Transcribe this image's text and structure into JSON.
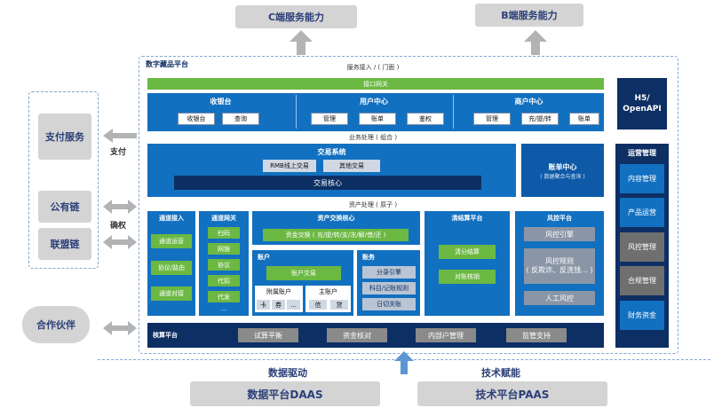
{
  "top": {
    "c_service": "C端服务能力",
    "b_service": "B端服务能力"
  },
  "platform": {
    "title": "数字藏品平台",
    "service_access": "服务接入 / ( 门面 )",
    "gateway": "接口网关",
    "business_processing": "业务处理 ( 组合 )",
    "asset_processing": "资产处理 ( 原子 )"
  },
  "cashier": {
    "title": "收银台",
    "items": [
      "收银台",
      "查询"
    ]
  },
  "user_center": {
    "title": "用户中心",
    "items": [
      "管理",
      "账单",
      "鉴权"
    ]
  },
  "merchant_center": {
    "title": "商户中心",
    "items": [
      "管理",
      "充/提/转",
      "账单"
    ]
  },
  "trade": {
    "title": "交易系统",
    "items": [
      "RMB线上交易",
      "其他交易"
    ],
    "core": "交易核心"
  },
  "bill_center": {
    "title": "账单中心",
    "subtitle": "( 数据聚合与查询 )"
  },
  "channel_access": {
    "title": "通道接入",
    "items": [
      "通道运营",
      "协议/路由",
      "通道对接"
    ]
  },
  "channel_gateway": {
    "title": "通道网关",
    "items": [
      "扫码",
      "网银",
      "协议",
      "代扣",
      "代发",
      "..."
    ]
  },
  "asset_exchange": {
    "title": "资产交换核心",
    "item": "资金交换 ( 充/提/转/支/冻/解/借/还 )"
  },
  "account": {
    "title": "账户",
    "trade": "账户交易",
    "sub_account": "附属账户",
    "main_account": "主账户",
    "sub_items": [
      "卡",
      "券",
      "..."
    ],
    "main_items": [
      "信",
      "贷"
    ]
  },
  "ledger": {
    "title": "账务",
    "items": [
      "分录引擎",
      "科目/记账规则",
      "日切关账"
    ]
  },
  "clearing": {
    "title": "清结算平台",
    "items": [
      "清分结算",
      "对账核销"
    ]
  },
  "risk": {
    "title": "风控平台",
    "engine": "风控引擎",
    "rules": "风控规则\n( 反欺诈、反洗钱... )",
    "manual": "人工风控"
  },
  "core_platform": {
    "title": "核算平台",
    "items": [
      "试算平衡",
      "资金核对",
      "内部户管理",
      "监管支持"
    ]
  },
  "h5": {
    "label": "H5/\nOpenAPI"
  },
  "ops": {
    "title": "运营管理",
    "items": [
      "内容管理",
      "产品运营",
      "风控管理",
      "合规管理",
      "财务资金"
    ]
  },
  "left": {
    "payment_service": "支付服务",
    "public_chain": "公有链",
    "consortium_chain": "联盟链",
    "partners": "合作伙伴",
    "pay_label": "支付",
    "confirm_label": "确权"
  },
  "bottom": {
    "data_driven": "数据驱动",
    "tech_enabled": "技术赋能",
    "daas": "数据平台DAAS",
    "paas": "技术平台PAAS"
  },
  "colors": {
    "primary": "#1270c0",
    "dark": "#0e5aa8",
    "navy": "#0d2f63",
    "green": "#6bb843",
    "gray": "#d4d4d4"
  }
}
